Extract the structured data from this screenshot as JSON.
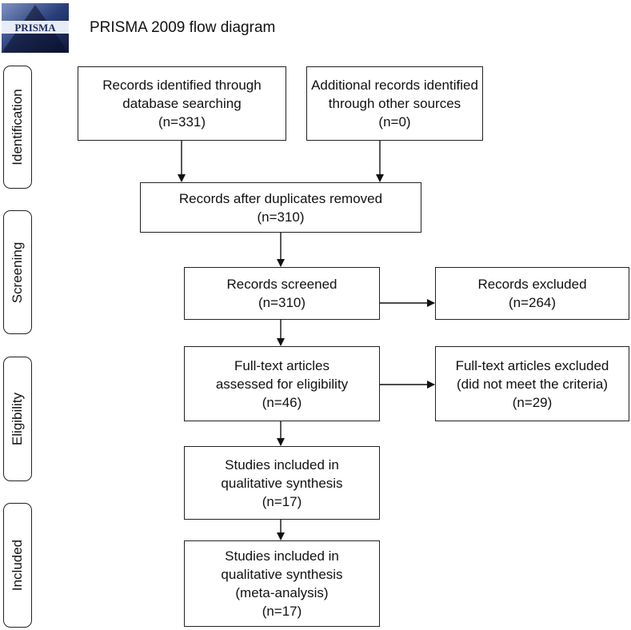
{
  "header": {
    "logo_text": "PRISMA",
    "title": "PRISMA 2009 flow diagram"
  },
  "phases": {
    "identification": "Identification",
    "screening": "Screening",
    "eligibility": "Eligibility",
    "included": "Included"
  },
  "boxes": {
    "database_search": {
      "line1": "Records identified through",
      "line2": "database searching",
      "count": "(n=331)"
    },
    "other_sources": {
      "line1": "Additional records identified",
      "line2": "through other sources",
      "count": "(n=0)"
    },
    "duplicates_removed": {
      "line1": "Records after duplicates removed",
      "count": "(n=310)"
    },
    "screened": {
      "line1": "Records screened",
      "count": "(n=310)"
    },
    "excluded": {
      "line1": "Records excluded",
      "count": "(n=264)"
    },
    "fulltext_assessed": {
      "line1": "Full-text articles",
      "line2": "assessed for eligibility",
      "count": "(n=46)"
    },
    "fulltext_excluded": {
      "line1": "Full-text articles excluded",
      "line2": "(did not meet the criteria)",
      "count": "(n=29)"
    },
    "qualitative": {
      "line1": "Studies included in",
      "line2": "qualitative synthesis",
      "count": "(n=17)"
    },
    "quantitative": {
      "line1": "Studies included in",
      "line2": "qualitative synthesis",
      "line3": "(meta-analysis)",
      "count": "(n=17)"
    }
  }
}
